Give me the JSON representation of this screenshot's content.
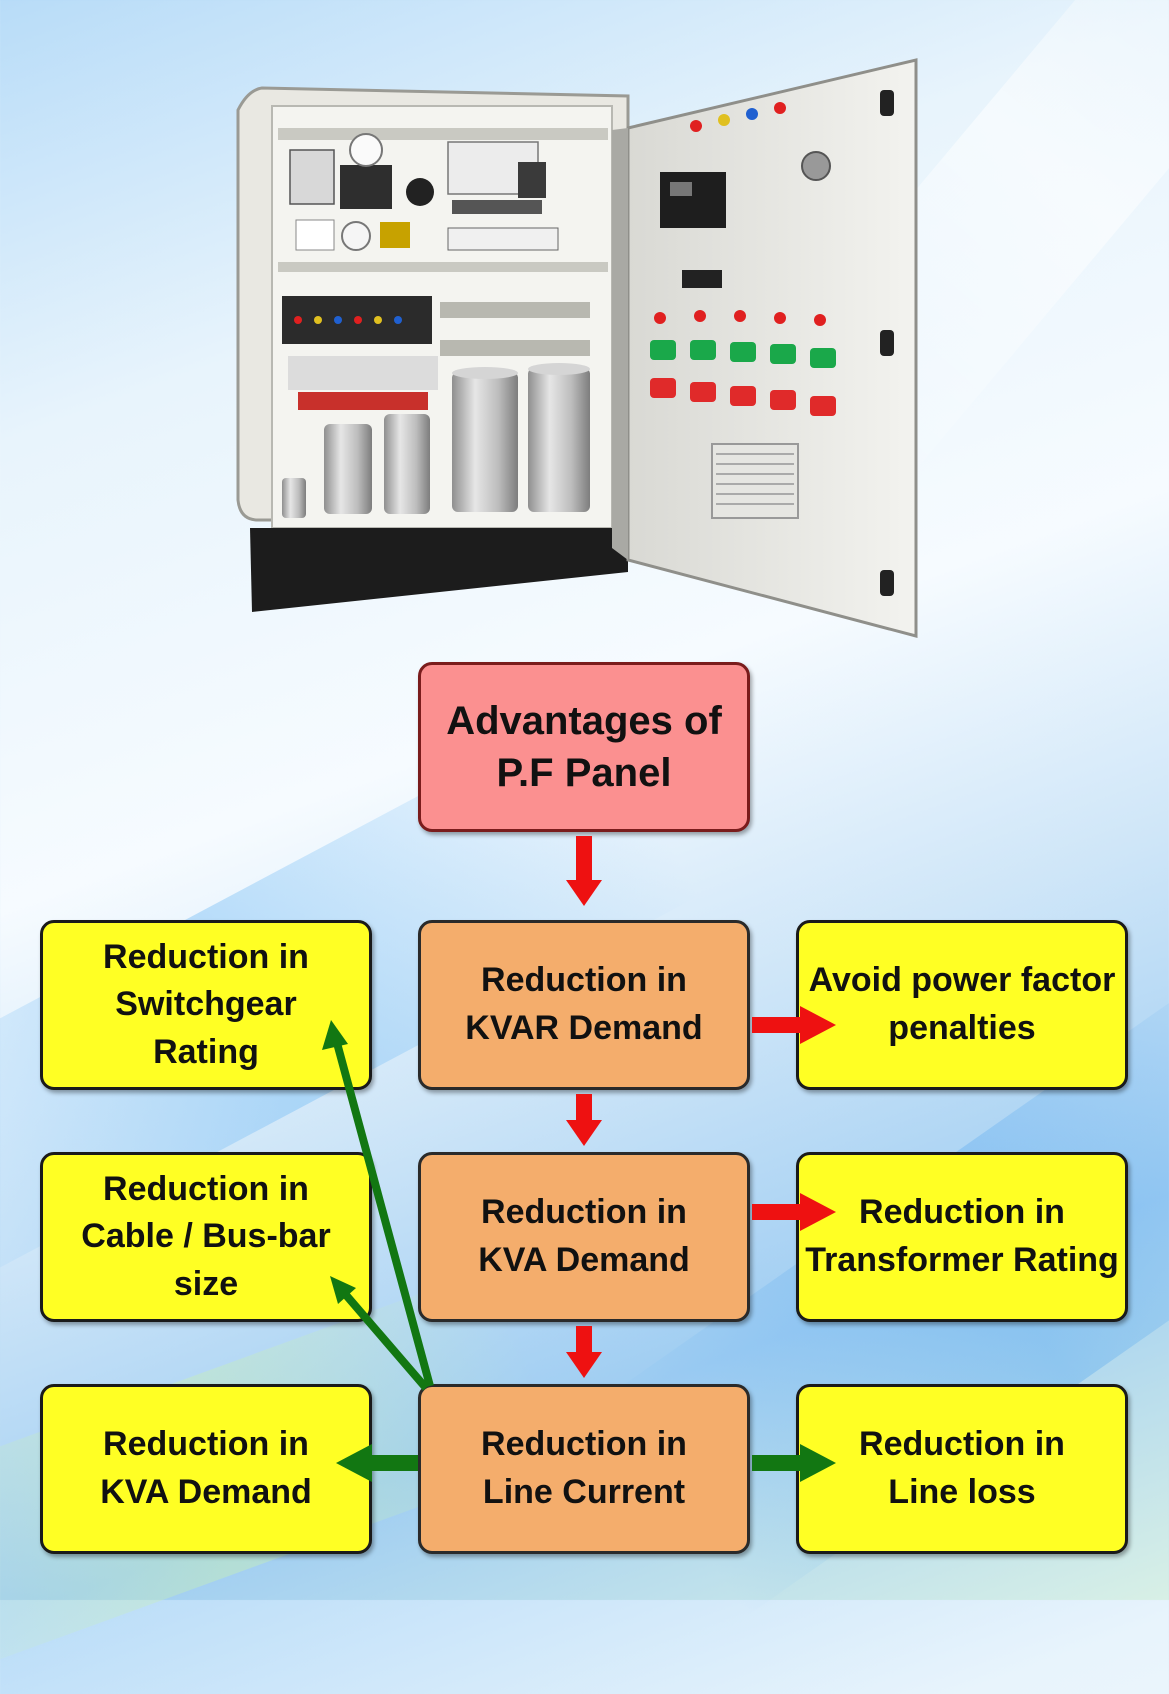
{
  "diagram": {
    "root": {
      "text": "Advantages of\nP.F Panel"
    },
    "center": [
      {
        "id": "kvar",
        "text": "Reduction in\nKVAR Demand"
      },
      {
        "id": "kva",
        "text": "Reduction in\nKVA Demand"
      },
      {
        "id": "line-current",
        "text": "Reduction in\nLine Current"
      }
    ],
    "left": [
      {
        "id": "switchgear",
        "text": "Reduction in\nSwitchgear\nRating"
      },
      {
        "id": "cable",
        "text": "Reduction in\nCable / Bus-bar\nsize"
      },
      {
        "id": "kva-demand-left",
        "text": "Reduction in\nKVA Demand"
      }
    ],
    "right": [
      {
        "id": "penalties",
        "text": "Avoid power factor\npenalties"
      },
      {
        "id": "transformer",
        "text": "Reduction in\nTransformer Rating"
      },
      {
        "id": "line-loss",
        "text": "Reduction in\nLine loss"
      }
    ],
    "colors": {
      "root_fill": "#fb9090",
      "center_fill": "#f4ad6c",
      "side_fill": "#ffff24",
      "red_arrow": "#ee1111",
      "green_arrow": "#127712"
    }
  }
}
